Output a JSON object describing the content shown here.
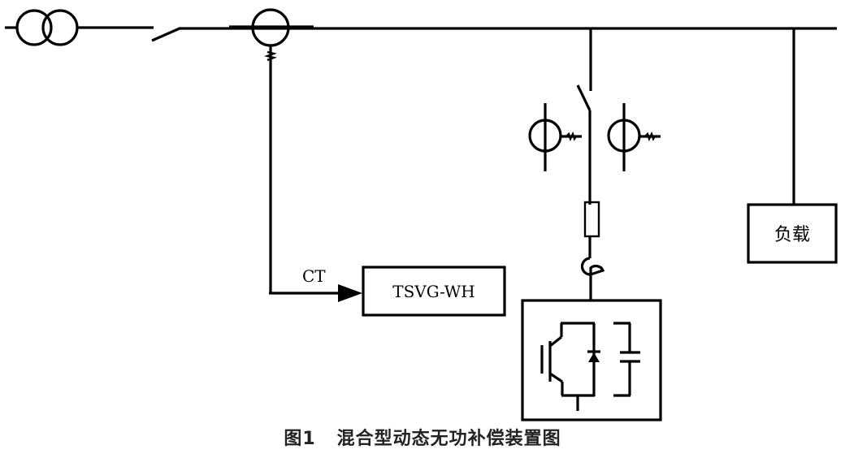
{
  "diagram": {
    "title": "混合型动态无功补偿装置图",
    "caption": {
      "figure_label": "图1",
      "text": "混合型动态无功补偿装置图"
    },
    "components": {
      "transformer": {
        "name": "power-transformer",
        "icon": "double-circle-transformer-icon"
      },
      "main_switch": {
        "name": "main-breaker-switch",
        "icon": "switch-open-icon"
      },
      "main_ct": {
        "name": "main-current-transformer",
        "icon": "current-transformer-icon"
      },
      "ct_label": "CT",
      "controller_label": "TSVG-WH",
      "branch_switch": {
        "name": "branch-disconnect-switch",
        "icon": "switch-open-icon"
      },
      "branch_ct_left": {
        "name": "branch-ct-left",
        "icon": "current-transformer-icon"
      },
      "branch_ct_right": {
        "name": "branch-ct-right",
        "icon": "current-transformer-icon"
      },
      "fuse": {
        "name": "fuse",
        "icon": "fuse-icon"
      },
      "reactor": {
        "name": "reactor",
        "icon": "reactor-icon"
      },
      "svg_module": {
        "name": "igbt-capacitor-module",
        "icons": [
          "igbt-icon",
          "diode-icon",
          "capacitor-icon"
        ]
      },
      "load_label": "负载"
    }
  }
}
